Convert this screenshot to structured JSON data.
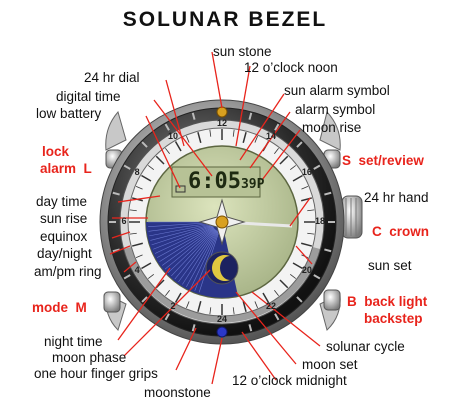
{
  "title": "SOLUNAR BEZEL",
  "colors": {
    "control_label": "#e8241c",
    "leader_line": "#e8241c",
    "dial_lcd": "#c8d2a6",
    "moon_wedge": "#2a3588",
    "moonstone": "#2b38c8",
    "sunstone": "#d8a020"
  },
  "labels": {
    "sun_stone": "sun stone",
    "hr24_dial": "24 hr dial",
    "noon12": "12 o’clock noon",
    "digital_time": "digital time",
    "sun_alarm_symbol": "sun alarm symbol",
    "low_battery": "low battery",
    "alarm_symbol": "alarm symbol",
    "moon_rise": "moon rise",
    "day_time": "day time",
    "hr24_hand": "24 hr hand",
    "sun_rise": "sun rise",
    "equinox": "equinox",
    "day_night": "day/night",
    "ampm_ring": "am/pm ring",
    "sun_set": "sun set",
    "night_time": "night time",
    "solunar_cycle": "solunar cycle",
    "moon_phase": "moon phase",
    "moon_set": "moon set",
    "finger_grips": "one hour finger grips",
    "midnight12": "12 o’clock midnight",
    "moonstone": "moonstone"
  },
  "controls": {
    "lock": "lock",
    "alarm": "alarm",
    "alarm_key": "L",
    "set_key": "S",
    "set_review": "set/review",
    "crown_key": "C",
    "crown": "crown",
    "mode": "mode",
    "mode_key": "M",
    "back_key": "B",
    "back_light": "back light",
    "backstep": "backstep"
  },
  "dial": {
    "digital_display": "6:05",
    "digital_seconds": "39",
    "digital_suffix": "P",
    "numerals": [
      "12",
      "14",
      "16",
      "18",
      "20",
      "22",
      "24",
      "2",
      "4",
      "6",
      "8",
      "10"
    ]
  }
}
